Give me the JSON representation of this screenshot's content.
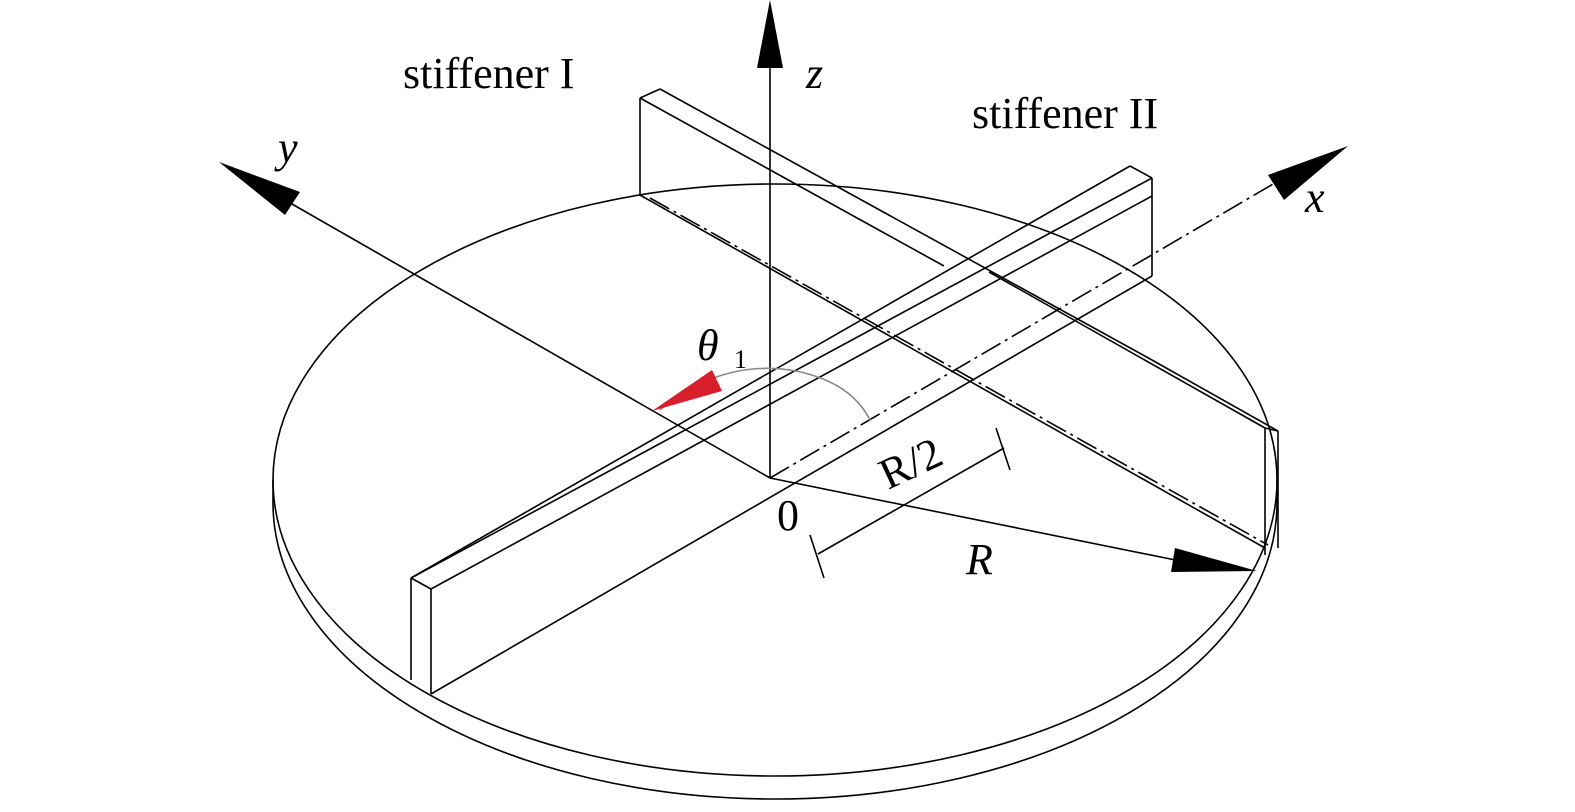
{
  "labels": {
    "stiffener1": "stiffener I",
    "stiffener2": "stiffener II",
    "axis_z": "z",
    "axis_y": "y",
    "axis_x": "x",
    "angle_symbol": "θ",
    "angle_sub": "1",
    "origin": "0",
    "half_radius": "R/2",
    "radius": "R"
  },
  "colors": {
    "line": "#000000",
    "angle_arrow": "#d81e2b",
    "arc": "#888888"
  }
}
